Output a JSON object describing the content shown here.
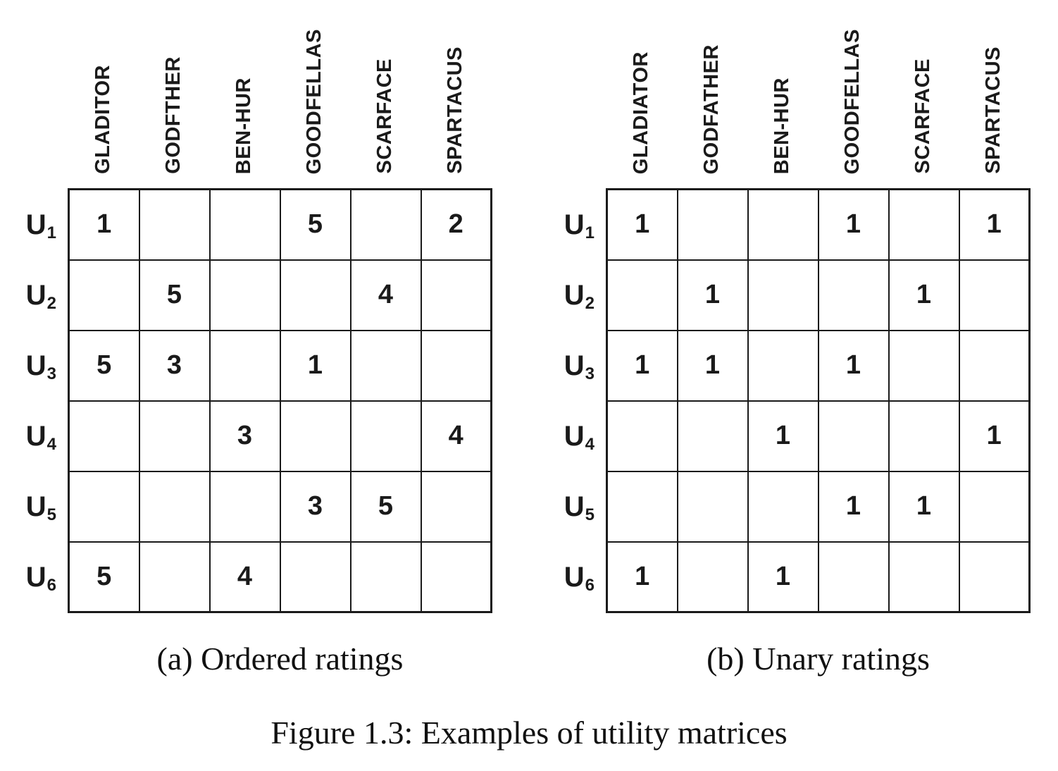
{
  "figure": {
    "caption": "Figure 1.3: Examples of utility matrices"
  },
  "colors": {
    "ink": "#1a1a1a",
    "background": "#ffffff"
  },
  "chart_data": [
    {
      "type": "table",
      "id": "a",
      "caption": "(a) Ordered ratings",
      "columns": [
        "GLADITOR",
        "GODFTHER",
        "BEN-HUR",
        "GOODFELLAS",
        "SCARFACE",
        "SPARTACUS"
      ],
      "rows": [
        {
          "user": "U",
          "sub": "1",
          "cells": [
            "1",
            "",
            "",
            "5",
            "",
            "2"
          ]
        },
        {
          "user": "U",
          "sub": "2",
          "cells": [
            "",
            "5",
            "",
            "",
            "4",
            ""
          ]
        },
        {
          "user": "U",
          "sub": "3",
          "cells": [
            "5",
            "3",
            "",
            "1",
            "",
            ""
          ]
        },
        {
          "user": "U",
          "sub": "4",
          "cells": [
            "",
            "",
            "3",
            "",
            "",
            "4"
          ]
        },
        {
          "user": "U",
          "sub": "5",
          "cells": [
            "",
            "",
            "",
            "3",
            "5",
            ""
          ]
        },
        {
          "user": "U",
          "sub": "6",
          "cells": [
            "5",
            "",
            "4",
            "",
            "",
            ""
          ]
        }
      ]
    },
    {
      "type": "table",
      "id": "b",
      "caption": "(b) Unary ratings",
      "columns": [
        "GLADIATOR",
        "GODFATHER",
        "BEN-HUR",
        "GOODFELLAS",
        "SCARFACE",
        "SPARTACUS"
      ],
      "rows": [
        {
          "user": "U",
          "sub": "1",
          "cells": [
            "1",
            "",
            "",
            "1",
            "",
            "1"
          ]
        },
        {
          "user": "U",
          "sub": "2",
          "cells": [
            "",
            "1",
            "",
            "",
            "1",
            ""
          ]
        },
        {
          "user": "U",
          "sub": "3",
          "cells": [
            "1",
            "1",
            "",
            "1",
            "",
            ""
          ]
        },
        {
          "user": "U",
          "sub": "4",
          "cells": [
            "",
            "",
            "1",
            "",
            "",
            "1"
          ]
        },
        {
          "user": "U",
          "sub": "5",
          "cells": [
            "",
            "",
            "",
            "1",
            "1",
            ""
          ]
        },
        {
          "user": "U",
          "sub": "6",
          "cells": [
            "1",
            "",
            "1",
            "",
            "",
            ""
          ]
        }
      ]
    }
  ]
}
